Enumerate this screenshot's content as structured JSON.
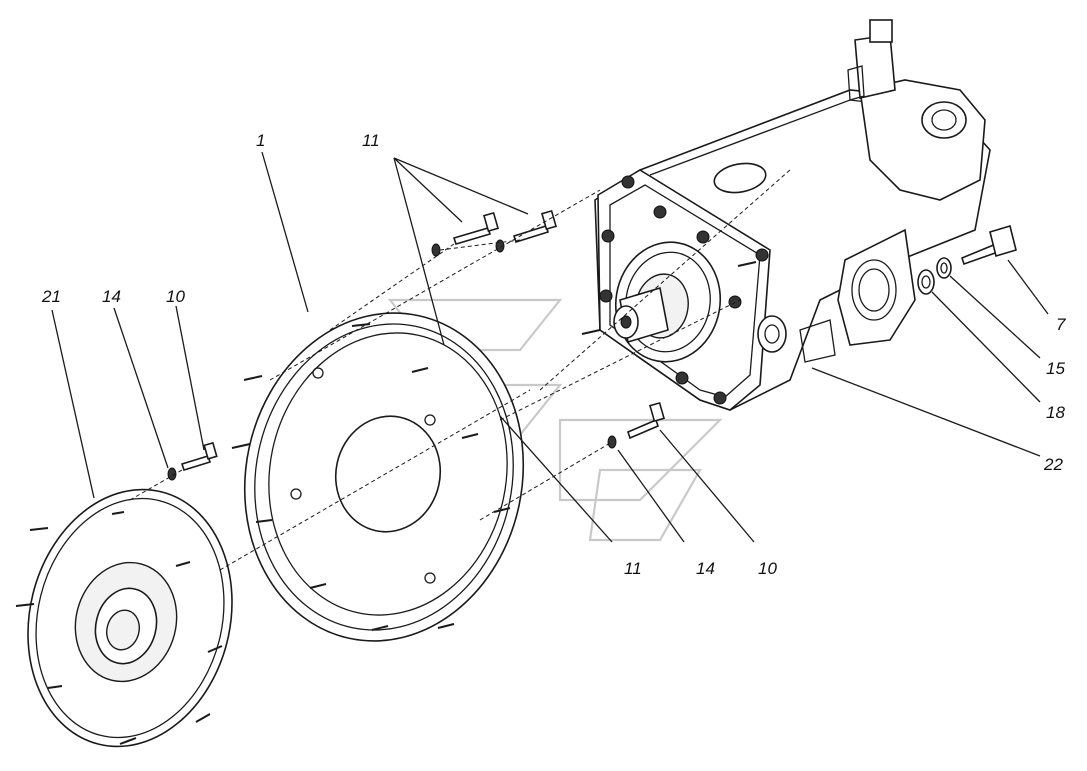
{
  "callouts": {
    "c1": "1",
    "c11_top": "11",
    "c21": "21",
    "c14_left": "14",
    "c10_left": "10",
    "c7": "7",
    "c15": "15",
    "c18": "18",
    "c22": "22",
    "c11_bottom": "11",
    "c14_bottom": "14",
    "c10_bottom": "10"
  }
}
